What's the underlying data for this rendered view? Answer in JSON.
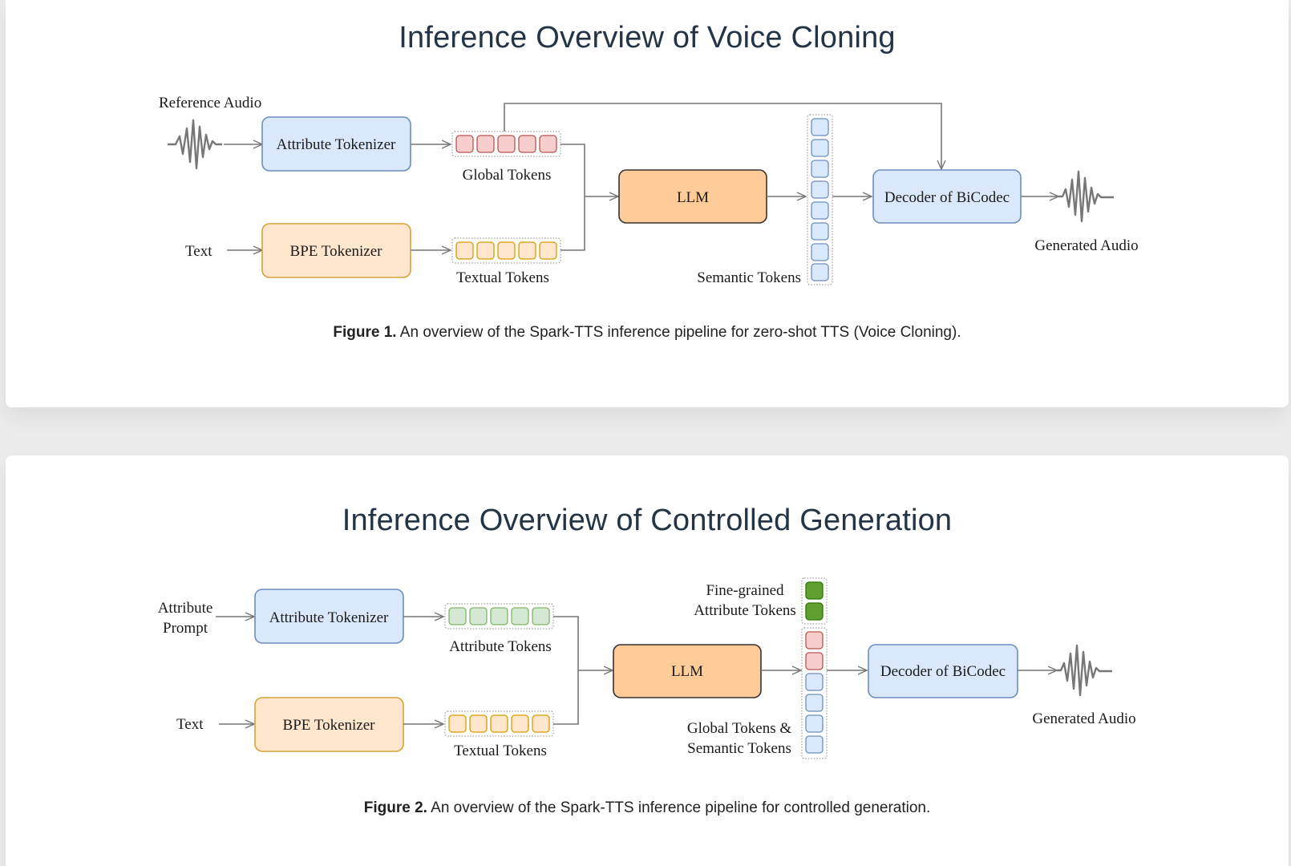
{
  "figure1": {
    "title": "Inference Overview of Voice Cloning",
    "labels": {
      "reference_audio": "Reference Audio",
      "text": "Text",
      "attribute_tokenizer": "Attribute Tokenizer",
      "bpe_tokenizer": "BPE Tokenizer",
      "global_tokens": "Global Tokens",
      "textual_tokens": "Textual Tokens",
      "llm": "LLM",
      "semantic_tokens": "Semantic Tokens",
      "decoder": "Decoder of BiCodec",
      "generated_audio": "Generated Audio"
    },
    "caption_bold": "Figure 1.",
    "caption_text": " An overview of the Spark-TTS inference pipeline for zero-shot TTS (Voice Cloning)."
  },
  "figure2": {
    "title": "Inference Overview of Controlled Generation",
    "labels": {
      "attribute_prompt_line1": "Attribute",
      "attribute_prompt_line2": "Prompt",
      "text": "Text",
      "attribute_tokenizer": "Attribute Tokenizer",
      "bpe_tokenizer": "BPE Tokenizer",
      "attribute_tokens": "Attribute Tokens",
      "textual_tokens": "Textual Tokens",
      "llm": "LLM",
      "fine_grained_line1": "Fine-grained",
      "fine_grained_line2": "Attribute Tokens",
      "global_semantic_line1": "Global Tokens &",
      "global_semantic_line2": "Semantic Tokens",
      "decoder": "Decoder of BiCodec",
      "generated_audio": "Generated Audio"
    },
    "caption_bold": "Figure 2.",
    "caption_text": " An overview of the Spark-TTS inference pipeline for controlled generation."
  },
  "colors": {
    "title_text": "#243447",
    "blue_box": "#dae8fc",
    "orange_box": "#ffe6cc",
    "llm_box": "#ffcc99",
    "red_token": "#f8cecc",
    "green_light_token": "#d5e8d4",
    "green_dark_token": "#60a030",
    "arrow": "#777777"
  }
}
